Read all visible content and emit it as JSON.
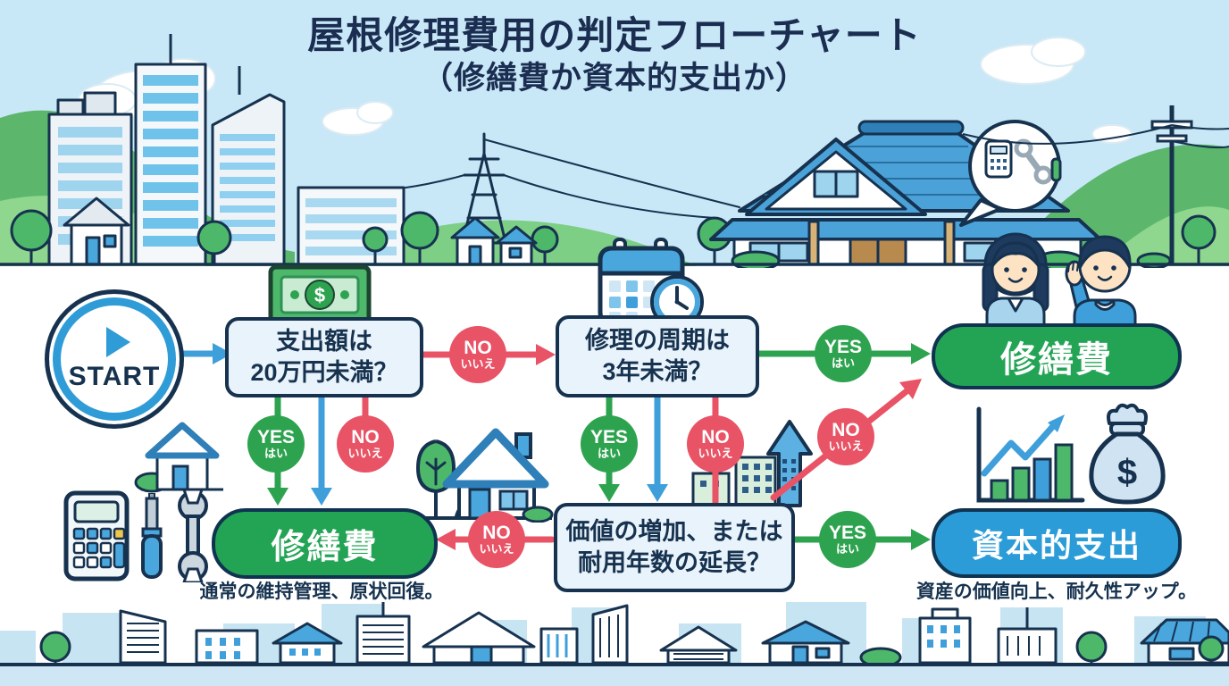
{
  "title": {
    "line1": "屋根修理費用の判定フローチャート",
    "line2": "（修繕費か資本的支出か）"
  },
  "flow": {
    "start_label": "START",
    "q_amount": {
      "line1": "支出額は",
      "line2": "20万円未満？"
    },
    "q_cycle": {
      "line1": "修理の周期は",
      "line2": "3年未満？"
    },
    "q_value": {
      "line1": "価値の増加、または",
      "line2": "耐用年数の延長？"
    },
    "labels": {
      "yes_en": "YES",
      "yes_ja": "はい",
      "no_en": "NO",
      "no_ja": "いいえ"
    },
    "results": {
      "repair_top": "修繕費",
      "repair_bottom": "修繕費",
      "capital": "資本的支出"
    },
    "captions": {
      "repair": "通常の維持管理、原状回復。",
      "capital": "資産の価値向上、耐久性アップ。"
    }
  },
  "icons": {
    "start": "play-icon",
    "q_amount": "money-bill-icon",
    "q_cycle": "calendar-clock-icon",
    "repair_bottom": "calculator-and-tools-icons",
    "capital": "growth-chart-and-money-bag-icons"
  },
  "colors": {
    "sky": "#c9e8f7",
    "navy_outline": "#16324f",
    "box_fill": "#e9f3fb",
    "green": "#2ea34f",
    "pill_green": "#23a455",
    "red": "#e85365",
    "arrow_blue": "#3f9fdb",
    "capital_blue": "#2b9cd8",
    "hill_green": "#5cb76d"
  }
}
